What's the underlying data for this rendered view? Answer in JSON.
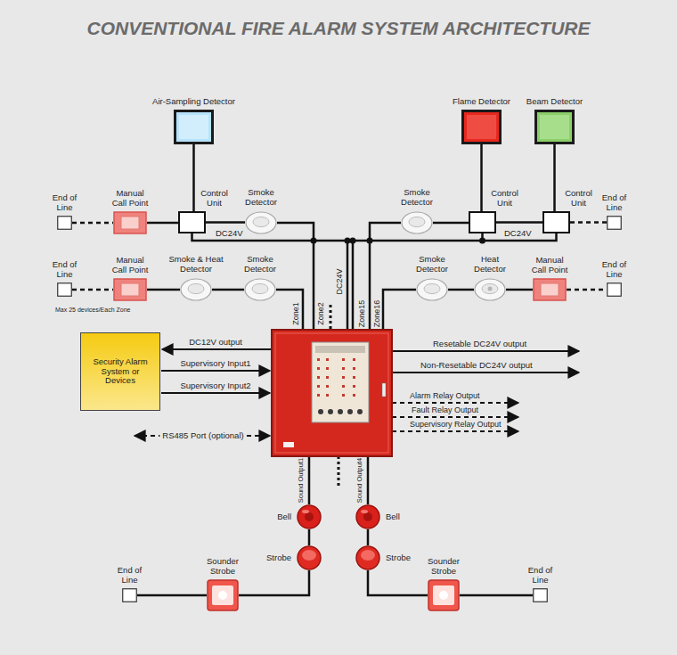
{
  "diagram": {
    "title": "CONVENTIONAL FIRE ALARM SYSTEM ARCHITECTURE",
    "nodes": [
      {
        "text": [
          "Air-Sampling Detector"
        ]
      },
      {
        "text": [
          "Flame Detector"
        ]
      },
      {
        "text": [
          "Beam Detector"
        ]
      },
      {
        "text": [
          "End of Line"
        ]
      },
      {
        "text": [
          "Manual Call Point"
        ]
      },
      {
        "text": [
          "Control Unit"
        ]
      },
      {
        "text": [
          "Smoke Detector"
        ]
      },
      {
        "text": [
          "Smoke Detector"
        ]
      },
      {
        "text": [
          "Control Unit"
        ]
      },
      {
        "text": [
          "Control Unit"
        ]
      },
      {
        "text": [
          "End of Line"
        ]
      },
      {
        "text": [
          "End of Line"
        ]
      },
      {
        "text": [
          "Manual Call Point"
        ]
      },
      {
        "text": [
          "Smoke & Heat Detector"
        ]
      },
      {
        "text": [
          "Smoke Detector"
        ]
      },
      {
        "text": [
          "Smoke Detector"
        ]
      },
      {
        "text": [
          "Heat Detector"
        ]
      },
      {
        "text": [
          "Manual Call Point"
        ]
      },
      {
        "text": [
          "End of Line"
        ]
      },
      {
        "text": [
          "Security Alarm System or Devices"
        ]
      },
      {
        "text": [
          "Bell"
        ]
      },
      {
        "text": [
          "Bell"
        ]
      },
      {
        "text": [
          "Strobe"
        ]
      },
      {
        "text": [
          "Strobe"
        ]
      },
      {
        "text": [
          "End of Line"
        ]
      },
      {
        "text": [
          "Sounder Strobe"
        ]
      },
      {
        "text": [
          "Sounder Strobe"
        ]
      },
      {
        "text": [
          "End of Line"
        ]
      }
    ],
    "edges": [
      {
        "from": 3,
        "to": 4,
        "arrow": "none"
      },
      {
        "from": 4,
        "to": 5,
        "arrow": "none"
      },
      {
        "from": 5,
        "to": 6,
        "arrow": "none"
      },
      {
        "from": 0,
        "to": 5,
        "arrow": "none"
      },
      {
        "from": 7,
        "to": 8,
        "arrow": "none"
      },
      {
        "from": 8,
        "to": 9,
        "arrow": "none"
      },
      {
        "from": 9,
        "to": 10,
        "arrow": "none"
      },
      {
        "from": 1,
        "to": 8,
        "arrow": "none"
      },
      {
        "from": 2,
        "to": 9,
        "arrow": "none"
      },
      {
        "from": 11,
        "to": 12,
        "arrow": "none"
      },
      {
        "from": 12,
        "to": 13,
        "arrow": "none"
      },
      {
        "from": 13,
        "to": 14,
        "arrow": "none"
      },
      {
        "from": 15,
        "to": 16,
        "arrow": "none"
      },
      {
        "from": 16,
        "to": 17,
        "arrow": "none"
      },
      {
        "from": 17,
        "to": 18,
        "arrow": "none"
      },
      {
        "from": 20,
        "to": 22,
        "arrow": "none"
      },
      {
        "from": 21,
        "to": 23,
        "arrow": "none"
      },
      {
        "from": 22,
        "to": 25,
        "arrow": "none"
      },
      {
        "from": 25,
        "to": 24,
        "arrow": "none"
      },
      {
        "from": 23,
        "to": 26,
        "arrow": "none"
      },
      {
        "from": 26,
        "to": 27,
        "arrow": "none"
      }
    ],
    "labels": [
      "DC24V",
      "DC24V",
      "Max 25 devices/Each Zone",
      "Zone1",
      "Zone2",
      "DC24V",
      "Zone15",
      "Zone16",
      "DC12V output",
      "Supervisory Input1",
      "Supervisory Input2",
      "RS485 Port (optional)",
      "Resetable DC24V output",
      "Non-Resetable DC24V output",
      "Alarm Relay Output",
      "Fault Relay Output",
      "Supervisory Relay Output",
      "Sound Output1",
      "Sound Output4"
    ]
  }
}
